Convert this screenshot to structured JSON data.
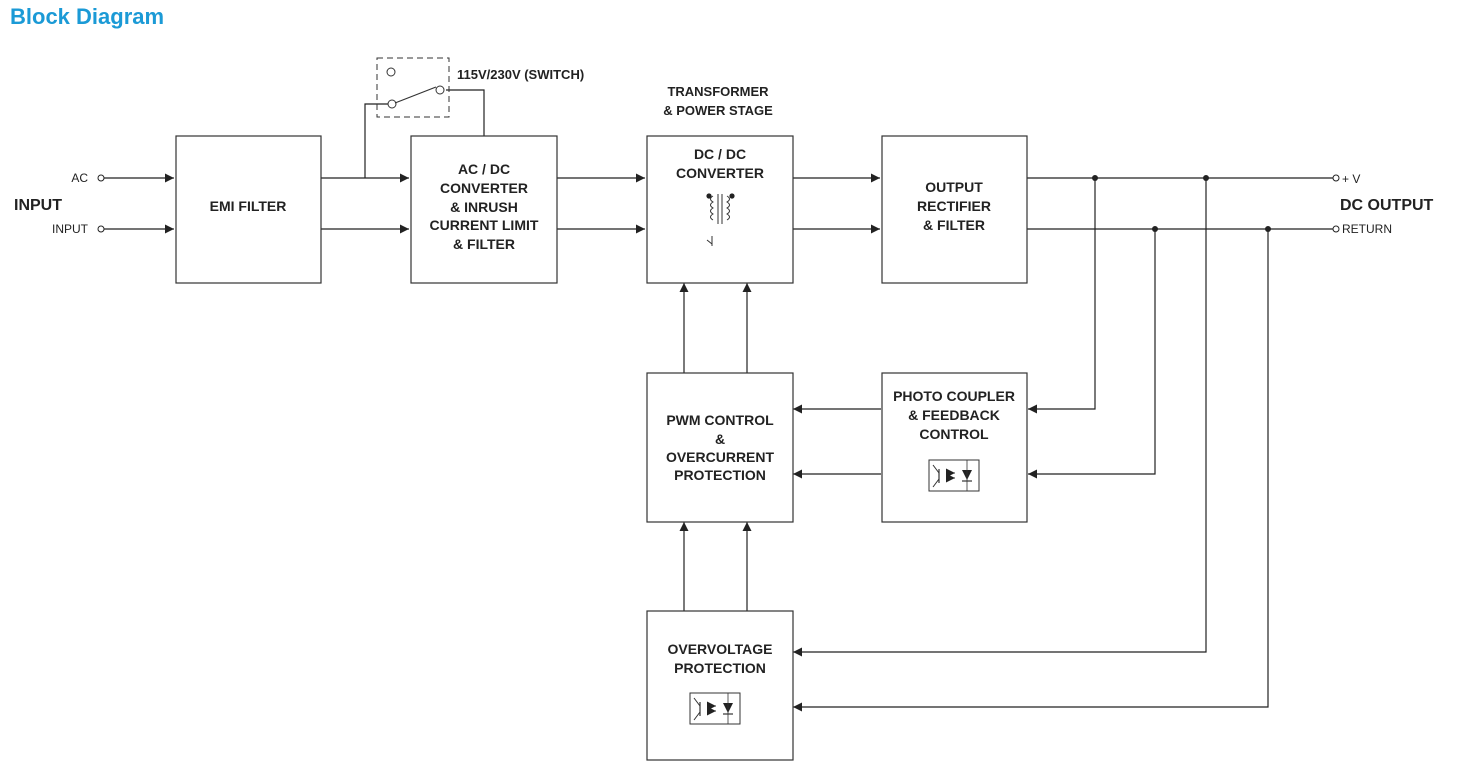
{
  "title": "Block Diagram",
  "colors": {
    "title": "#1b9ad6",
    "line": "#222222",
    "text": "#222222"
  },
  "blocks": {
    "emi": {
      "lines": [
        "EMI FILTER"
      ]
    },
    "acdc": {
      "lines": [
        "AC / DC",
        "CONVERTER",
        "& INRUSH",
        "CURRENT LIMIT",
        "& FILTER"
      ]
    },
    "dcdc": {
      "lines": [
        "DC / DC",
        "CONVERTER"
      ]
    },
    "rect": {
      "lines": [
        "OUTPUT",
        "RECTIFIER",
        "& FILTER"
      ]
    },
    "pwm": {
      "lines": [
        "PWM CONTROL",
        "&",
        "OVERCURRENT",
        "PROTECTION"
      ]
    },
    "photo": {
      "lines": [
        "PHOTO COUPLER",
        "& FEEDBACK",
        "CONTROL"
      ]
    },
    "ovp": {
      "lines": [
        "OVERVOLTAGE",
        "PROTECTION"
      ]
    }
  },
  "labels": {
    "input": "INPUT",
    "ac": "AC",
    "input_small": "INPUT",
    "switch": "115V/230V (SWITCH)",
    "transformer_1": "TRANSFORMER",
    "transformer_2": "& POWER STAGE",
    "dc_output": "DC OUTPUT",
    "plus_v": "+ V",
    "return": "RETURN"
  },
  "icons": [
    "transformer-icon",
    "optocoupler-icon",
    "selector-switch-icon"
  ]
}
